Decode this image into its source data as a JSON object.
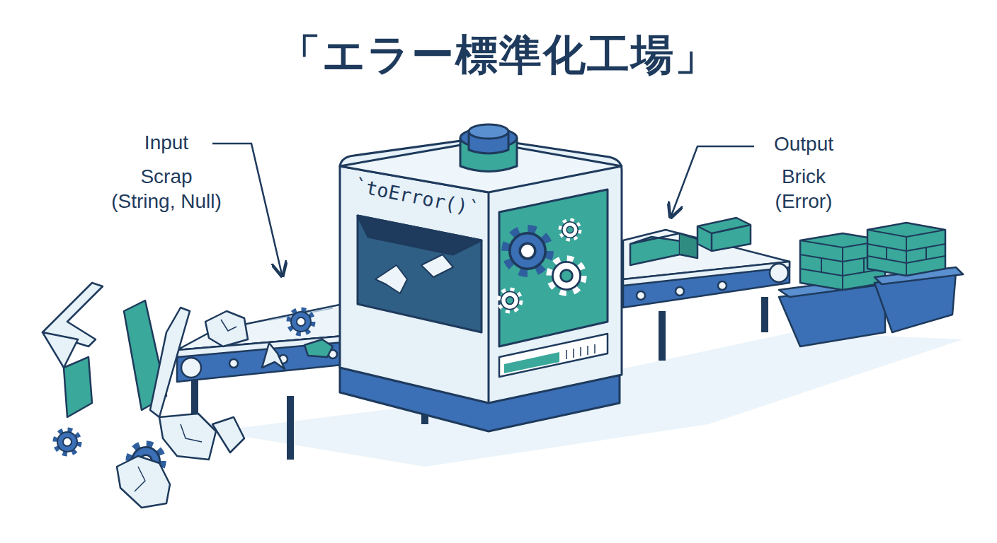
{
  "diagram": {
    "title": "「エラー標準化工場」",
    "nodes": [
      {
        "text": [
          "`toError()`"
        ]
      }
    ],
    "labels": [
      "Input",
      "Scrap (String, Null)",
      "Output",
      "Brick (Error)"
    ]
  }
}
